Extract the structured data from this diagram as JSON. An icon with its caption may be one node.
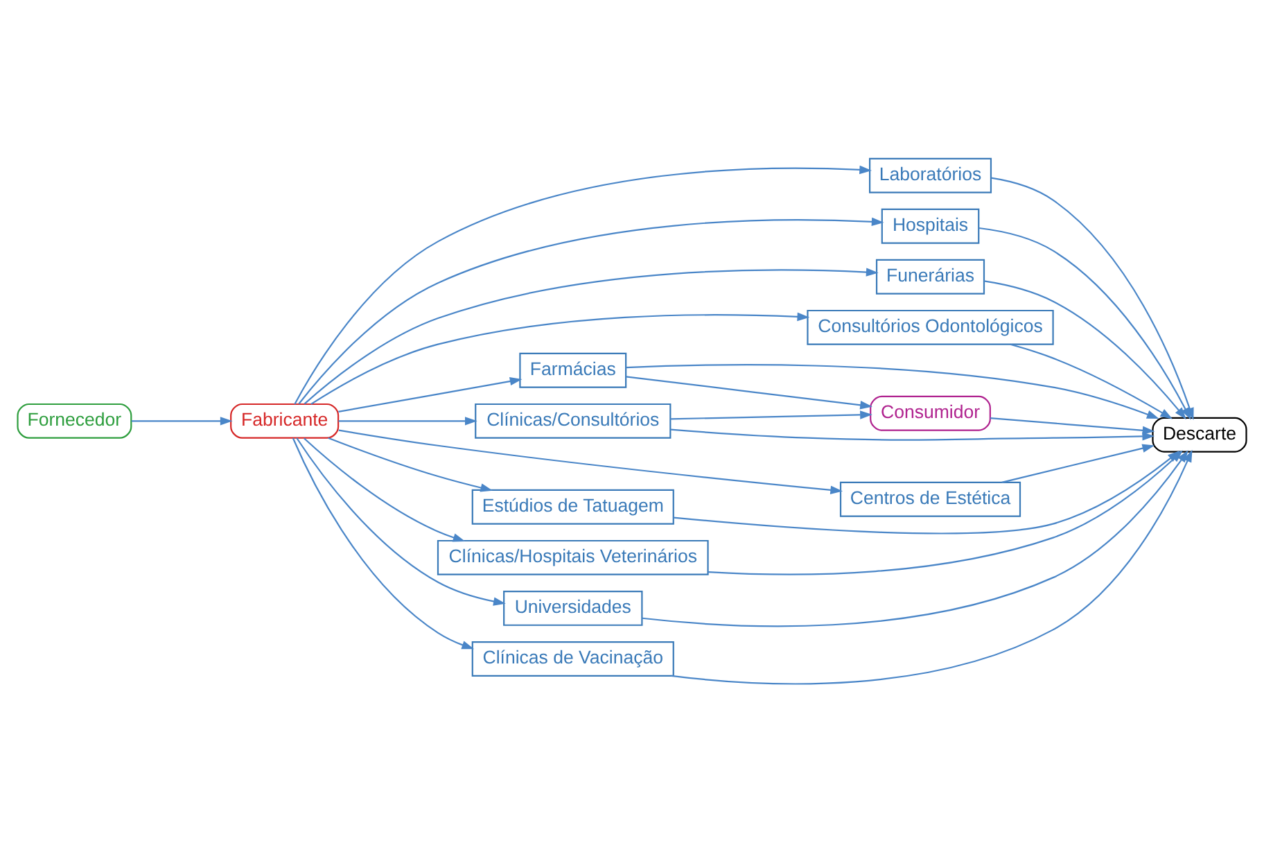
{
  "diagram": {
    "nodes": [
      {
        "text": [
          "Fornecedor"
        ]
      },
      {
        "text": [
          "Fabricante"
        ]
      },
      {
        "text": [
          "Laboratórios"
        ]
      },
      {
        "text": [
          "Farmácias"
        ]
      },
      {
        "text": [
          "Hospitais"
        ]
      },
      {
        "text": [
          "Funerárias"
        ]
      },
      {
        "text": [
          "Consultórios Odontológicos"
        ]
      },
      {
        "text": [
          "Centros de Estética"
        ]
      },
      {
        "text": [
          "Estúdios de Tatuagem"
        ]
      },
      {
        "text": [
          "Clínicas/Hospitais Veterinários"
        ]
      },
      {
        "text": [
          "Universidades"
        ]
      },
      {
        "text": [
          "Clínicas/Consultórios"
        ]
      },
      {
        "text": [
          "Clínicas de Vacinação"
        ]
      },
      {
        "text": [
          "Consumidor"
        ]
      },
      {
        "text": [
          "Descarte"
        ]
      }
    ],
    "edges": [
      {
        "from": 0,
        "to": 1,
        "arrow": "to"
      },
      {
        "from": 1,
        "to": 2,
        "arrow": "to"
      },
      {
        "from": 1,
        "to": 3,
        "arrow": "to"
      },
      {
        "from": 1,
        "to": 4,
        "arrow": "to"
      },
      {
        "from": 1,
        "to": 5,
        "arrow": "to"
      },
      {
        "from": 1,
        "to": 6,
        "arrow": "to"
      },
      {
        "from": 1,
        "to": 7,
        "arrow": "to"
      },
      {
        "from": 1,
        "to": 8,
        "arrow": "to"
      },
      {
        "from": 1,
        "to": 9,
        "arrow": "to"
      },
      {
        "from": 1,
        "to": 10,
        "arrow": "to"
      },
      {
        "from": 1,
        "to": 11,
        "arrow": "to"
      },
      {
        "from": 1,
        "to": 12,
        "arrow": "to"
      },
      {
        "from": 2,
        "to": 14,
        "arrow": "to"
      },
      {
        "from": 3,
        "to": 13,
        "arrow": "to"
      },
      {
        "from": 3,
        "to": 14,
        "arrow": "to"
      },
      {
        "from": 4,
        "to": 14,
        "arrow": "to"
      },
      {
        "from": 5,
        "to": 14,
        "arrow": "to"
      },
      {
        "from": 6,
        "to": 14,
        "arrow": "to"
      },
      {
        "from": 7,
        "to": 14,
        "arrow": "to"
      },
      {
        "from": 8,
        "to": 14,
        "arrow": "to"
      },
      {
        "from": 9,
        "to": 14,
        "arrow": "to"
      },
      {
        "from": 10,
        "to": 14,
        "arrow": "to"
      },
      {
        "from": 11,
        "to": 13,
        "arrow": "to"
      },
      {
        "from": 11,
        "to": 14,
        "arrow": "to"
      },
      {
        "from": 12,
        "to": 14,
        "arrow": "to"
      },
      {
        "from": 13,
        "to": 14,
        "arrow": "to"
      }
    ]
  }
}
